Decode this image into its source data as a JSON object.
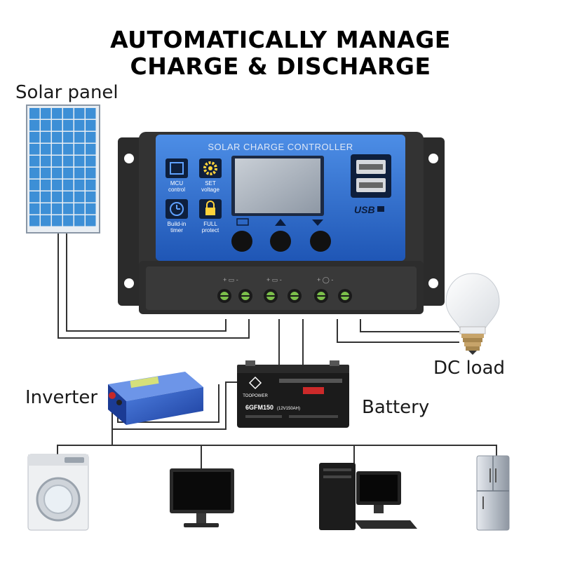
{
  "headline": {
    "line1": "AUTOMATICALLY MANAGE",
    "line2": "CHARGE & DISCHARGE"
  },
  "labels": {
    "solar_panel": "Solar panel",
    "dc_load": "DC load",
    "inverter": "Inverter",
    "battery": "Battery"
  },
  "controller": {
    "title": "SOLAR CHARGE CONTROLLER",
    "usb": "USB",
    "features": [
      {
        "icon": "mcu-chip-icon",
        "line1": "MCU",
        "line2": "control"
      },
      {
        "icon": "gear-icon",
        "line1": "SET",
        "line2": "voltage"
      },
      {
        "icon": "clock-icon",
        "line1": "Build-in",
        "line2": "timer"
      },
      {
        "icon": "lock-icon",
        "line1": "FULL",
        "line2": "protect"
      }
    ]
  },
  "battery_unit": {
    "brand": "TOOPOWER",
    "model": "6GFM150",
    "model_suffix": "(12V150AH)"
  },
  "colors": {
    "controller_blue": "#2f6fd0",
    "panel_blue": "#3d8fd6",
    "wire": "#333333"
  }
}
